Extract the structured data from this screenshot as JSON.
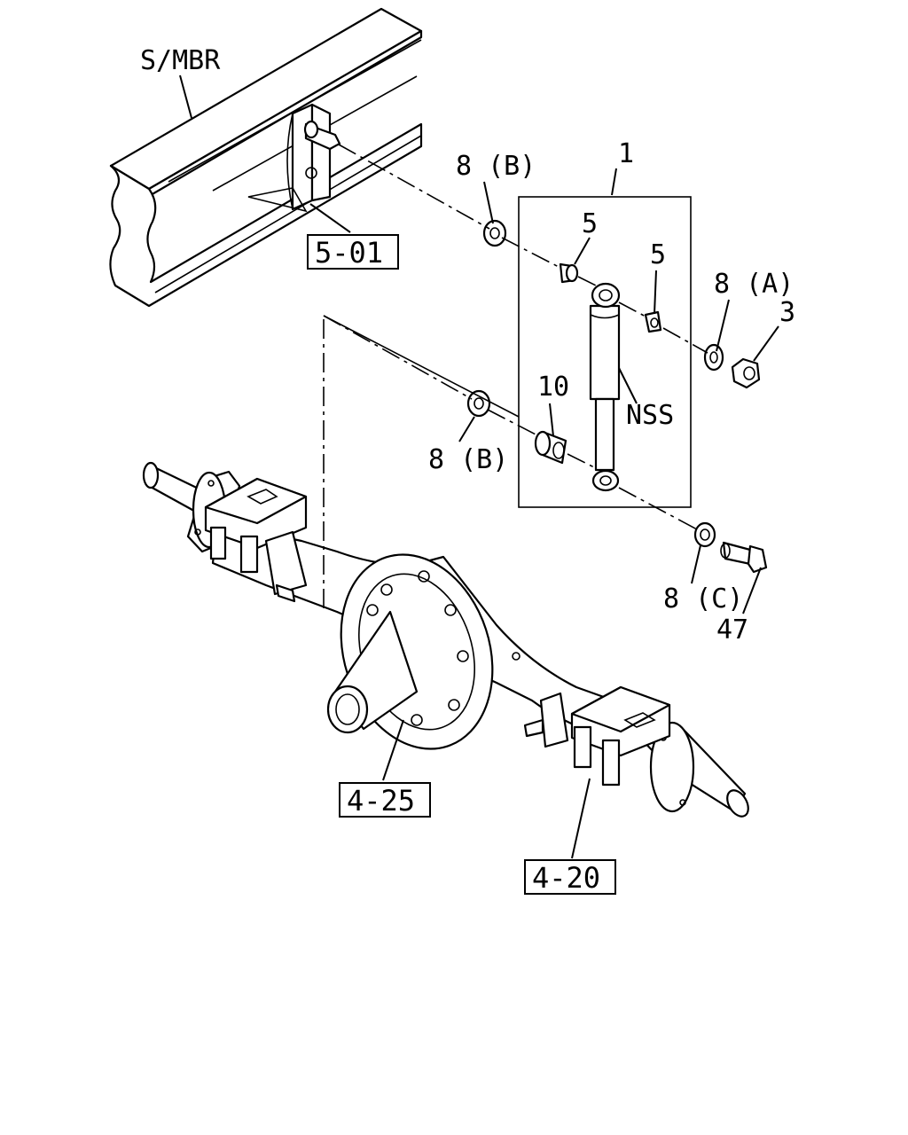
{
  "labels": {
    "frame": "S/MBR",
    "assembly": "1",
    "bushing_upper_left": "5",
    "bushing_upper_right": "5",
    "washer_a": "8 (A)",
    "nut": "3",
    "washer_b_upper": "8 (B)",
    "washer_b_lower": "8 (B)",
    "bushing_lower": "10",
    "shock_absorber": "NSS",
    "washer_c": "8 (C)",
    "bolt": "47"
  },
  "refs": {
    "frame_ref": "5-01",
    "axle_housing_ref": "4-25",
    "spring_seat_ref": "4-20"
  }
}
